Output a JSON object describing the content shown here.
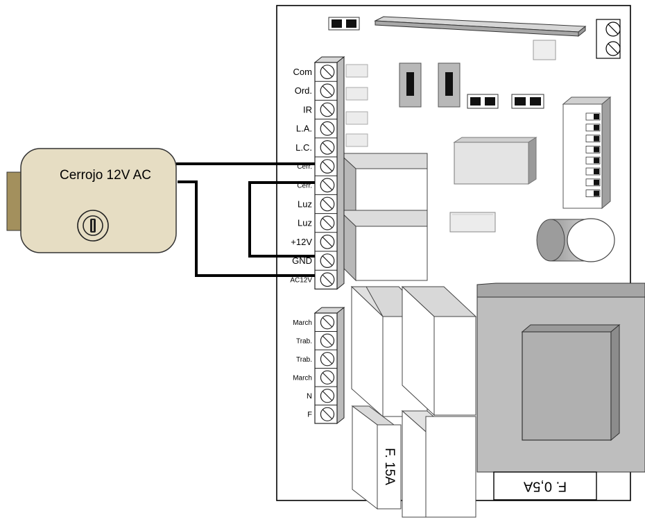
{
  "lock": {
    "label": "Cerrojo 12V AC",
    "key_icon": "keyhole-icon",
    "body_color": "#e6ddc3",
    "plate_color": "#a3905d"
  },
  "upper_terminals": [
    "Com",
    "Ord.",
    "IR",
    "L.A.",
    "L.C.",
    "Cerr.",
    "Cerr.",
    "Luz",
    "Luz",
    "+12V",
    "GND",
    "AC12V"
  ],
  "lower_terminals": [
    "March",
    "Trab.",
    "Trab.",
    "March",
    "N",
    "F"
  ],
  "fuses": {
    "small": "F. 15A",
    "transformer": "F. 0,5A"
  },
  "colors": {
    "wire": "#000000",
    "board_outline": "#000000",
    "component_gray": "#b8b8b8",
    "light_gray": "#e4e4e4"
  }
}
